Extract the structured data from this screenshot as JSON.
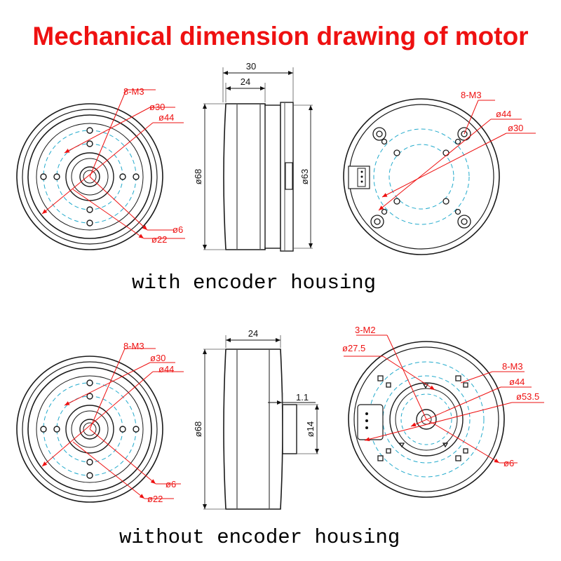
{
  "title": "Mechanical dimension drawing of motor",
  "colors": {
    "title": "#ee1111",
    "dimension": "#ee1111",
    "outline": "#1a1a1a",
    "center_circle": "#22aacc"
  },
  "sections": [
    {
      "caption": "with encoder housing",
      "front": {
        "holes": "8-M3",
        "pcd_inner": "ø30",
        "pcd_outer": "ø44",
        "shaft": "ø6",
        "hub": "ø22"
      },
      "side": {
        "total_length": "30",
        "body_length": "24",
        "outer_diameter": "ø68",
        "housing_diameter": "ø63"
      },
      "rear": {
        "holes": "8-M3",
        "pcd_outer": "ø44",
        "pcd_inner": "ø30"
      }
    },
    {
      "caption": "without encoder housing",
      "front": {
        "holes": "8-M3",
        "pcd_inner": "ø30",
        "pcd_outer": "ø44",
        "shaft": "ø6",
        "hub": "ø22"
      },
      "side": {
        "body_length": "24",
        "boss_thickness": "1.1",
        "outer_diameter": "ø68",
        "boss_diameter": "ø14"
      },
      "rear": {
        "small_holes": "3-M2",
        "small_pcd": "ø27.5",
        "holes": "8-M3",
        "pcd_outer": "ø44",
        "recess": "ø53.5",
        "shaft": "ø6"
      }
    }
  ]
}
